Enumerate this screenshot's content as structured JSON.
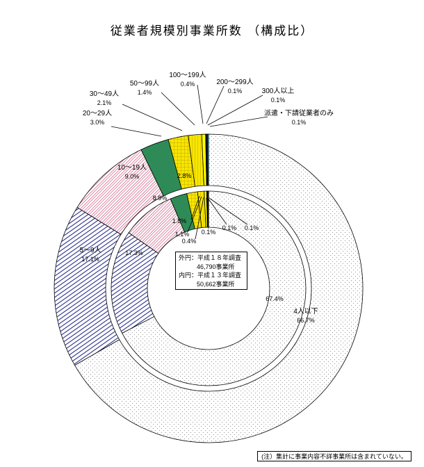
{
  "title": "従業者規模別事業所数 （構成比）",
  "legend": {
    "outer_label": "外円：平成１８年調査",
    "outer_count": "46,790事業所",
    "inner_label": "内円：平成１３年調査",
    "inner_count": "50,662事業所"
  },
  "footnote": "(注）集計に事業内容不詳事業所は含まれていない。",
  "chart_data": {
    "type": "pie",
    "categories": [
      "4人以下",
      "5～9人",
      "10～19人",
      "20～29人",
      "30～49人",
      "50～99人",
      "100～199人",
      "200～299人",
      "300人以上",
      "派遣・下請従業者のみ"
    ],
    "series": [
      {
        "name": "外円：平成１８年調査",
        "values": [
          66.7,
          17.1,
          9.0,
          3.0,
          2.1,
          1.4,
          0.4,
          0.1,
          0.1,
          0.1
        ]
      },
      {
        "name": "内円：平成１３年調査",
        "values": [
          67.4,
          17.3,
          8.9,
          2.8,
          1.8,
          1.1,
          0.4,
          0.1,
          0.1,
          0.1
        ]
      }
    ],
    "outer_labels": [
      "66.7%",
      "17.1%",
      "9.0%",
      "3.0%",
      "2.1%",
      "1.4%",
      "0.4%",
      "0.1%",
      "0.1%",
      "0.1%"
    ],
    "inner_labels": [
      "67.4%",
      "17.3%",
      "8.9%",
      "2.8%",
      "1.8%",
      "1.1%",
      "0.4%",
      "0.1%",
      "0.1%",
      "0.1%"
    ],
    "colors": [
      "#ffffff",
      "#2b2f8a",
      "#c23a6a",
      "#2e8b57",
      "#f7e600",
      "#f7e600",
      "#ffff00",
      "#000000",
      "#1f6fbf",
      "#2fc4e8"
    ]
  }
}
